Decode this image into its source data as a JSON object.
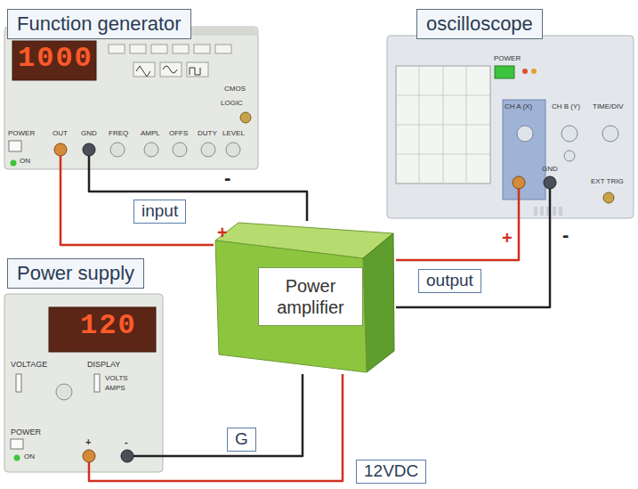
{
  "diagram": {
    "nodes": [
      {
        "text": [
          "Function generator"
        ]
      },
      {
        "text": [
          "oscilloscope"
        ]
      },
      {
        "text": [
          "Power supply"
        ]
      },
      {
        "text": [
          "Power amplifier"
        ]
      }
    ],
    "edges": [
      {
        "from": 0,
        "to": 3,
        "arrow": "none"
      },
      {
        "from": 0,
        "to": 3,
        "label": "input",
        "arrow": "none"
      },
      {
        "from": 1,
        "to": 3,
        "arrow": "none"
      },
      {
        "from": 1,
        "to": 3,
        "label": "output",
        "arrow": "none"
      },
      {
        "from": 2,
        "to": 3,
        "label": "G",
        "arrow": "none"
      },
      {
        "from": 2,
        "to": 3,
        "label": "12VDC",
        "arrow": "none"
      }
    ],
    "labels": [
      "1000",
      "POWER",
      "ON",
      "OUT",
      "GND",
      "FREQ",
      "AMPL",
      "OFFS",
      "DUTY",
      "LEVEL",
      "LOGIC",
      "CMOS",
      "POWER",
      "CH A (X)",
      "CH B (Y)",
      "TIME/DIV",
      "GND",
      "EXT TRIG",
      "120",
      "VOLTAGE",
      "DISPLAY",
      "VOLTS",
      "AMPS",
      "POWER",
      "ON",
      "+",
      "-",
      "+",
      "-",
      "+",
      "-"
    ]
  }
}
